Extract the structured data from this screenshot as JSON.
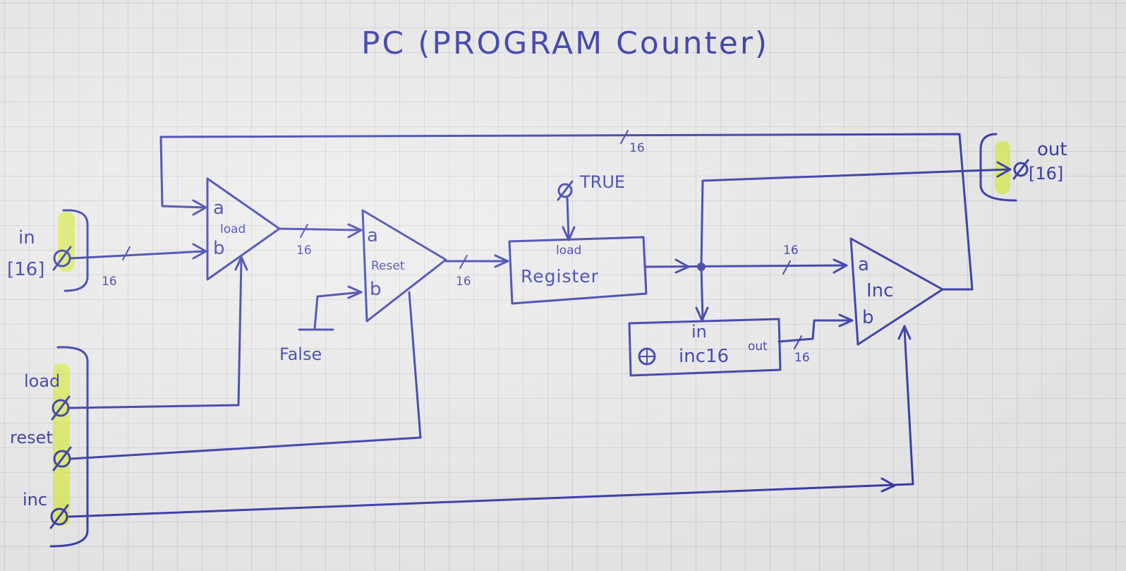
{
  "title": "PC (PROGRAM Counter)",
  "colors": {
    "ink": "#2a2fa6",
    "highlight": "#d8ec3a",
    "paper": "#ebebec"
  },
  "inputs": {
    "in_label": "in",
    "in_width": "[16]",
    "load_label": "load",
    "reset_label": "reset",
    "inc_label": "inc"
  },
  "output": {
    "label": "out",
    "width": "[16]"
  },
  "constants": {
    "true_label": "TRUE",
    "false_label": "False"
  },
  "mux_load": {
    "a": "a",
    "b": "b",
    "name": "load"
  },
  "mux_reset": {
    "a": "a",
    "b": "b",
    "name": "Reset"
  },
  "mux_inc": {
    "a": "a",
    "b": "b",
    "name": "Inc"
  },
  "register": {
    "name": "Register",
    "load": "load"
  },
  "inc16": {
    "name": "inc16",
    "in": "in",
    "out": "out"
  },
  "bus_width": "16"
}
